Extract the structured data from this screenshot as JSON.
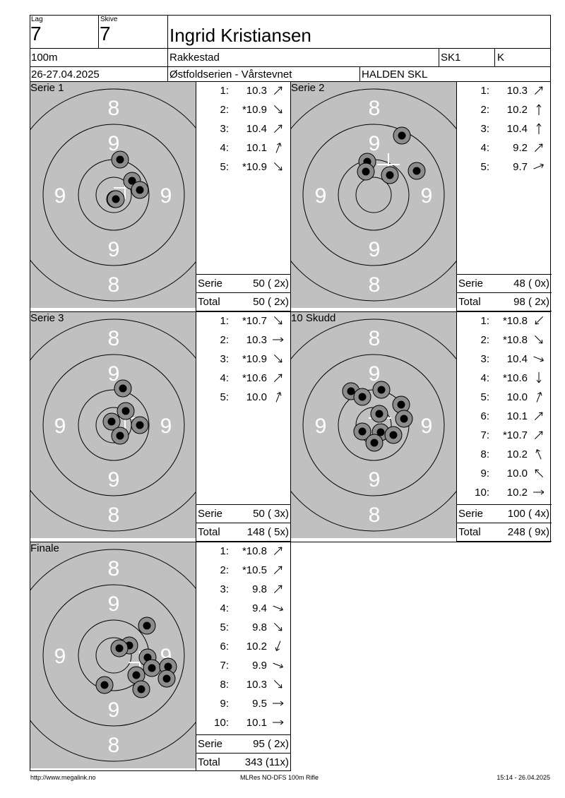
{
  "header": {
    "lag_label": "Lag",
    "lag_value": "7",
    "skive_label": "Skive",
    "skive_value": "7",
    "name": "Ingrid Kristiansen",
    "distance": "100m",
    "place": "Rakkestad",
    "class": "SK1",
    "gender": "K",
    "date": "26-27.04.2025",
    "event": "Østfoldserien - Vårstevnet",
    "club": "HALDEN SKL"
  },
  "ring_numbers": {
    "top": "8",
    "upper": "9",
    "left": "9",
    "right": "9",
    "lower": "9",
    "bottom": "8"
  },
  "summary_labels": {
    "serie": "Serie",
    "total": "Total"
  },
  "panels": [
    {
      "title": "Serie 1",
      "shots": [
        {
          "n": "1:",
          "v": "10.3",
          "dir": "ne"
        },
        {
          "n": "2:",
          "v": "*10.9",
          "dir": "se"
        },
        {
          "n": "3:",
          "v": "10.4",
          "dir": "ne"
        },
        {
          "n": "4:",
          "v": "10.1",
          "dir": "nne"
        },
        {
          "n": "5:",
          "v": "*10.9",
          "dir": "se"
        }
      ],
      "serie": "50 ( 2x)",
      "total": "50 ( 2x)"
    },
    {
      "title": "Serie 2",
      "shots": [
        {
          "n": "1:",
          "v": "10.3",
          "dir": "ne"
        },
        {
          "n": "2:",
          "v": "10.2",
          "dir": "n"
        },
        {
          "n": "3:",
          "v": "10.4",
          "dir": "n"
        },
        {
          "n": "4:",
          "v": "9.2",
          "dir": "ne"
        },
        {
          "n": "5:",
          "v": "9.7",
          "dir": "ene"
        }
      ],
      "serie": "48 ( 0x)",
      "total": "98 ( 2x)"
    },
    {
      "title": "Serie 3",
      "shots": [
        {
          "n": "1:",
          "v": "*10.7",
          "dir": "se"
        },
        {
          "n": "2:",
          "v": "10.3",
          "dir": "e"
        },
        {
          "n": "3:",
          "v": "*10.9",
          "dir": "se"
        },
        {
          "n": "4:",
          "v": "*10.6",
          "dir": "ne"
        },
        {
          "n": "5:",
          "v": "10.0",
          "dir": "nne"
        }
      ],
      "serie": "50 ( 3x)",
      "total": "148 ( 5x)"
    },
    {
      "title": "10 Skudd",
      "shots": [
        {
          "n": "1:",
          "v": "*10.8",
          "dir": "sw"
        },
        {
          "n": "2:",
          "v": "*10.8",
          "dir": "se"
        },
        {
          "n": "3:",
          "v": "10.4",
          "dir": "ese"
        },
        {
          "n": "4:",
          "v": "*10.6",
          "dir": "s"
        },
        {
          "n": "5:",
          "v": "10.0",
          "dir": "nne"
        },
        {
          "n": "6:",
          "v": "10.1",
          "dir": "ne"
        },
        {
          "n": "7:",
          "v": "*10.7",
          "dir": "ne"
        },
        {
          "n": "8:",
          "v": "10.2",
          "dir": "nnw"
        },
        {
          "n": "9:",
          "v": "10.0",
          "dir": "nw"
        },
        {
          "n": "10:",
          "v": "10.2",
          "dir": "e"
        }
      ],
      "serie": "100 ( 4x)",
      "total": "248 ( 9x)"
    },
    {
      "title": "Finale",
      "shots": [
        {
          "n": "1:",
          "v": "*10.8",
          "dir": "ne"
        },
        {
          "n": "2:",
          "v": "*10.5",
          "dir": "ne"
        },
        {
          "n": "3:",
          "v": "9.8",
          "dir": "ne"
        },
        {
          "n": "4:",
          "v": "9.4",
          "dir": "ese"
        },
        {
          "n": "5:",
          "v": "9.8",
          "dir": "se"
        },
        {
          "n": "6:",
          "v": "10.2",
          "dir": "ssw"
        },
        {
          "n": "7:",
          "v": "9.9",
          "dir": "ese"
        },
        {
          "n": "8:",
          "v": "10.3",
          "dir": "se"
        },
        {
          "n": "9:",
          "v": "9.5",
          "dir": "e"
        },
        {
          "n": "10:",
          "v": "10.1",
          "dir": "e"
        }
      ],
      "serie": "95 ( 2x)",
      "total": "343 (11x)"
    }
  ],
  "footer": {
    "left": "http://www.megalink.no",
    "center": "MLRes NO-DFS 100m Rifle",
    "right": "15:14 - 26.04.2025"
  }
}
